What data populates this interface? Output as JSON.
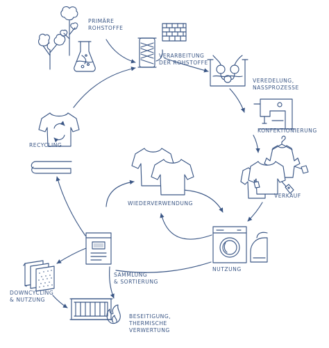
{
  "diagram": {
    "labels": {
      "raw_materials": [
        "PRIMÄRE",
        "ROHSTOFFE"
      ],
      "processing": [
        "VERARBEITUNG",
        "DER ROHSTOFFE"
      ],
      "finishing": [
        "VEREDELUNG,",
        "NASSPROZESSE"
      ],
      "manufacturing": [
        "KONFEKTIONIERUNG"
      ],
      "sale": [
        "VERKAUF"
      ],
      "reuse": [
        "WIEDERVERWENDUNG"
      ],
      "use": [
        "NUTZUNG"
      ],
      "collection": [
        "SAMMLUNG",
        "& SORTIERUNG"
      ],
      "downcycling": [
        "DOWNCYCLING",
        "& NUTZUNG"
      ],
      "disposal": [
        "BESEITIGUNG,",
        "THERMISCHE",
        "VERWERTUNG"
      ],
      "recycling": [
        "RECYCLING"
      ]
    },
    "colors": {
      "line": "#3a5685",
      "background": "#ffffff"
    }
  }
}
